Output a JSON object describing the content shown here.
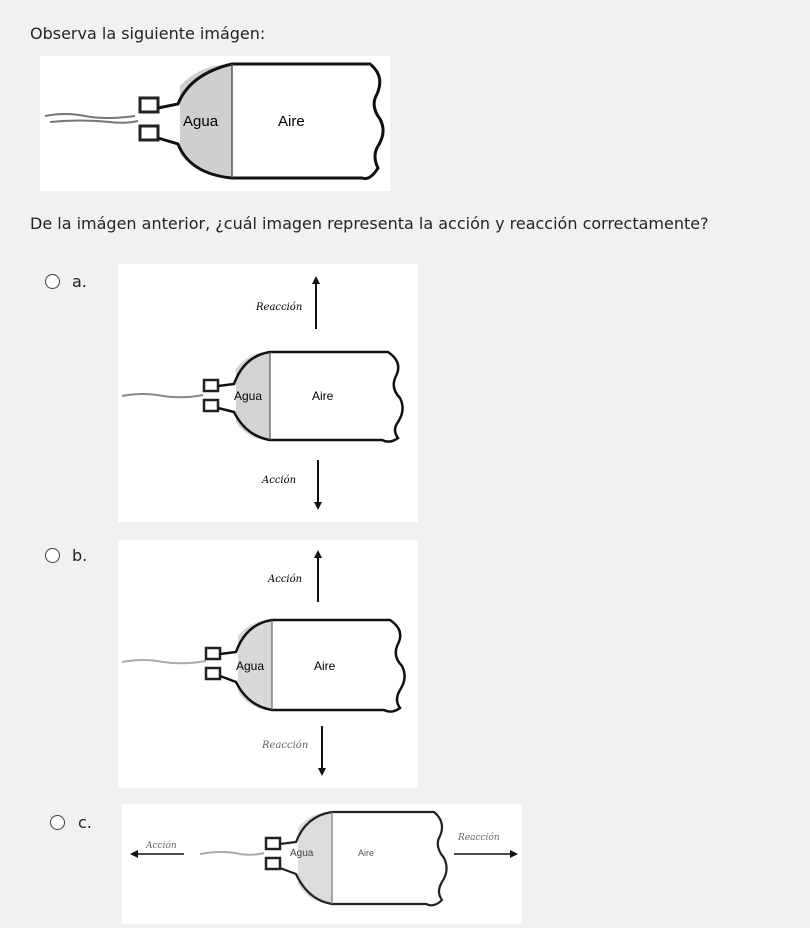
{
  "prompt": "Observa la siguiente imágen:",
  "question": "De la imágen anterior, ¿cuál imagen representa la acción y reacción correctamente?",
  "bottle": {
    "water_label": "Agua",
    "air_label": "Aire"
  },
  "options": [
    {
      "letter": "a.",
      "top_label": "Reacción",
      "bottom_label": "Acción"
    },
    {
      "letter": "b.",
      "top_label": "Acción",
      "bottom_label": "Reacción"
    },
    {
      "letter": "c.",
      "left_label": "Acción",
      "right_label": "Reacción"
    }
  ]
}
